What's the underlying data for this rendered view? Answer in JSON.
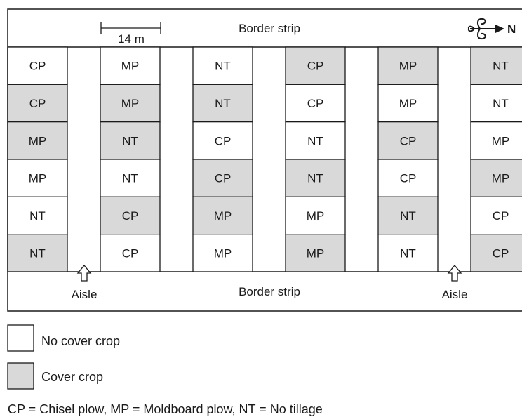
{
  "border_strip_top": "Border strip",
  "border_strip_bottom": "Border strip",
  "scale_label": "14 m",
  "north_label": "N",
  "aisle_labels": [
    "Aisle",
    "Aisle"
  ],
  "colors": {
    "cover": "#d9d9d9",
    "no_cover": "#ffffff",
    "line": "#1a1a1a"
  },
  "columns": [
    {
      "plots": [
        {
          "label": "CP",
          "cover": false
        },
        {
          "label": "CP",
          "cover": true
        },
        {
          "label": "MP",
          "cover": true
        },
        {
          "label": "MP",
          "cover": false
        },
        {
          "label": "NT",
          "cover": false
        },
        {
          "label": "NT",
          "cover": true
        }
      ]
    },
    {
      "plots": [
        {
          "label": "MP",
          "cover": false
        },
        {
          "label": "MP",
          "cover": true
        },
        {
          "label": "NT",
          "cover": true
        },
        {
          "label": "NT",
          "cover": false
        },
        {
          "label": "CP",
          "cover": true
        },
        {
          "label": "CP",
          "cover": false
        }
      ]
    },
    {
      "plots": [
        {
          "label": "NT",
          "cover": false
        },
        {
          "label": "NT",
          "cover": true
        },
        {
          "label": "CP",
          "cover": false
        },
        {
          "label": "CP",
          "cover": true
        },
        {
          "label": "MP",
          "cover": true
        },
        {
          "label": "MP",
          "cover": false
        }
      ]
    },
    {
      "plots": [
        {
          "label": "CP",
          "cover": true
        },
        {
          "label": "CP",
          "cover": false
        },
        {
          "label": "NT",
          "cover": false
        },
        {
          "label": "NT",
          "cover": true
        },
        {
          "label": "MP",
          "cover": false
        },
        {
          "label": "MP",
          "cover": true
        }
      ]
    },
    {
      "plots": [
        {
          "label": "MP",
          "cover": true
        },
        {
          "label": "MP",
          "cover": false
        },
        {
          "label": "CP",
          "cover": true
        },
        {
          "label": "CP",
          "cover": false
        },
        {
          "label": "NT",
          "cover": true
        },
        {
          "label": "NT",
          "cover": false
        }
      ]
    },
    {
      "plots": [
        {
          "label": "NT",
          "cover": true
        },
        {
          "label": "NT",
          "cover": false
        },
        {
          "label": "MP",
          "cover": false
        },
        {
          "label": "MP",
          "cover": true
        },
        {
          "label": "CP",
          "cover": false
        },
        {
          "label": "CP",
          "cover": true
        }
      ]
    }
  ],
  "legend": {
    "no_cover_label": "No cover crop",
    "cover_label": "Cover crop",
    "abbreviations": "CP = Chisel plow, MP = Moldboard plow, NT = No tillage"
  }
}
